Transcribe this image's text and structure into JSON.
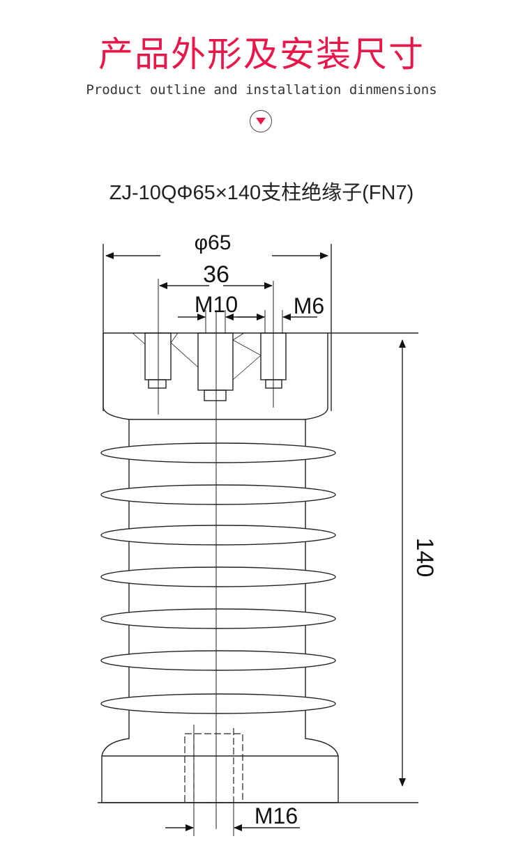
{
  "header": {
    "title": "产品外形及安装尺寸",
    "subtitle": "Product outline and installation dinmensions",
    "scroll_icon": "chevron-down-circle-icon"
  },
  "product": {
    "title": "ZJ-10QΦ65×140支柱绝缘子(FN7)"
  },
  "drawing": {
    "dim_diameter": "φ65",
    "dim_bolt_spacing": "36",
    "dim_center_thread": "M10",
    "dim_side_thread": "M6",
    "dim_height": "140",
    "dim_bottom_thread": "M16",
    "shed_count": 7
  }
}
